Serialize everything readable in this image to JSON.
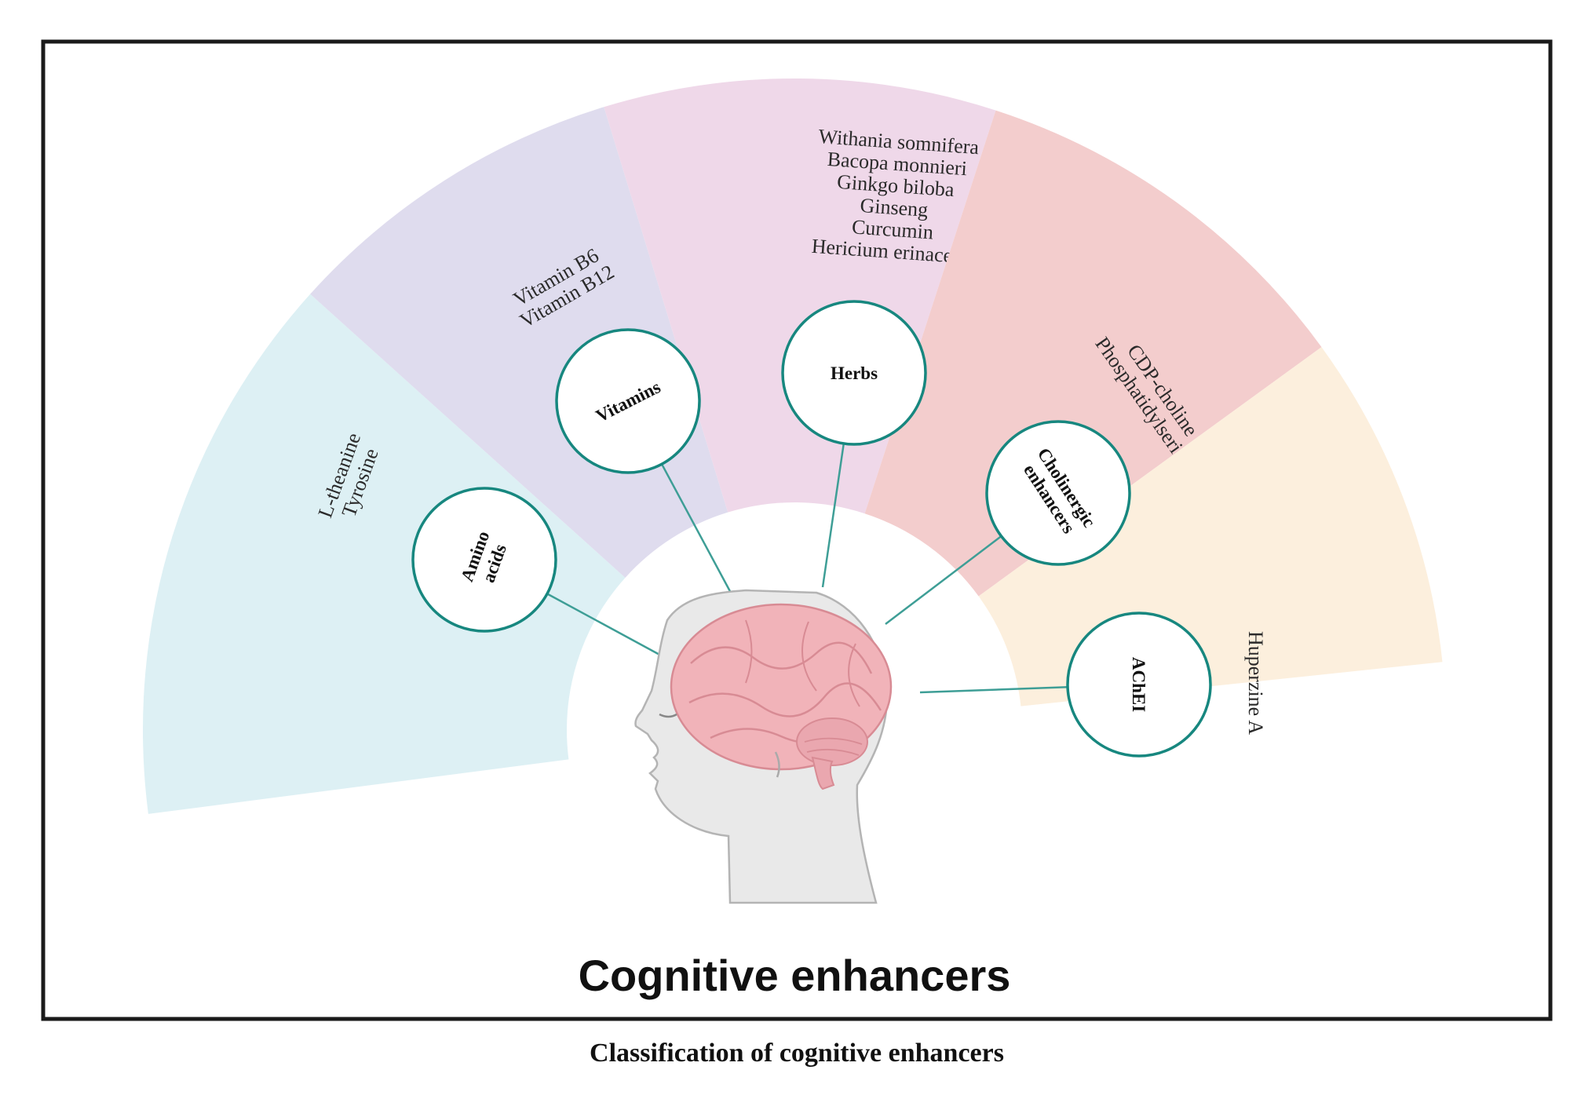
{
  "diagram": {
    "title": "Cognitive enhancers",
    "caption": "Classification of cognitive enhancers",
    "center_icon": "human-head-brain-icon",
    "categories": [
      {
        "name": "Amino acids",
        "label_lines": [
          "Amino",
          "acids"
        ],
        "items": [
          "L-theanine",
          "Tyrosine"
        ],
        "color": "#ddf0f4"
      },
      {
        "name": "Vitamins",
        "label_lines": [
          "Vitamins"
        ],
        "items": [
          "Vitamin B6",
          "Vitamin B12"
        ],
        "color": "#dfdcee"
      },
      {
        "name": "Herbs",
        "label_lines": [
          "Herbs"
        ],
        "items": [
          "Withania somnifera",
          "Bacopa monnieri",
          "Ginkgo biloba",
          "Ginseng",
          "Curcumin",
          "Hericium erinaceus"
        ],
        "color": "#efd8e9"
      },
      {
        "name": "Cholinergic enhancers",
        "label_lines": [
          "Cholinergic",
          "enhancers"
        ],
        "items": [
          "CDP-choline",
          "Phosphatidylserine"
        ],
        "color": "#f3cdcd"
      },
      {
        "name": "AChEI",
        "label_lines": [
          "AChEI"
        ],
        "items": [
          "Huperzine A"
        ],
        "color": "#fcefdd"
      }
    ],
    "colors": {
      "frame": "#1a1a1a",
      "circle_stroke": "#17877f",
      "connector": "#3e9e96",
      "brain": "#f1b3b9",
      "head": "#e9e9e9"
    }
  }
}
